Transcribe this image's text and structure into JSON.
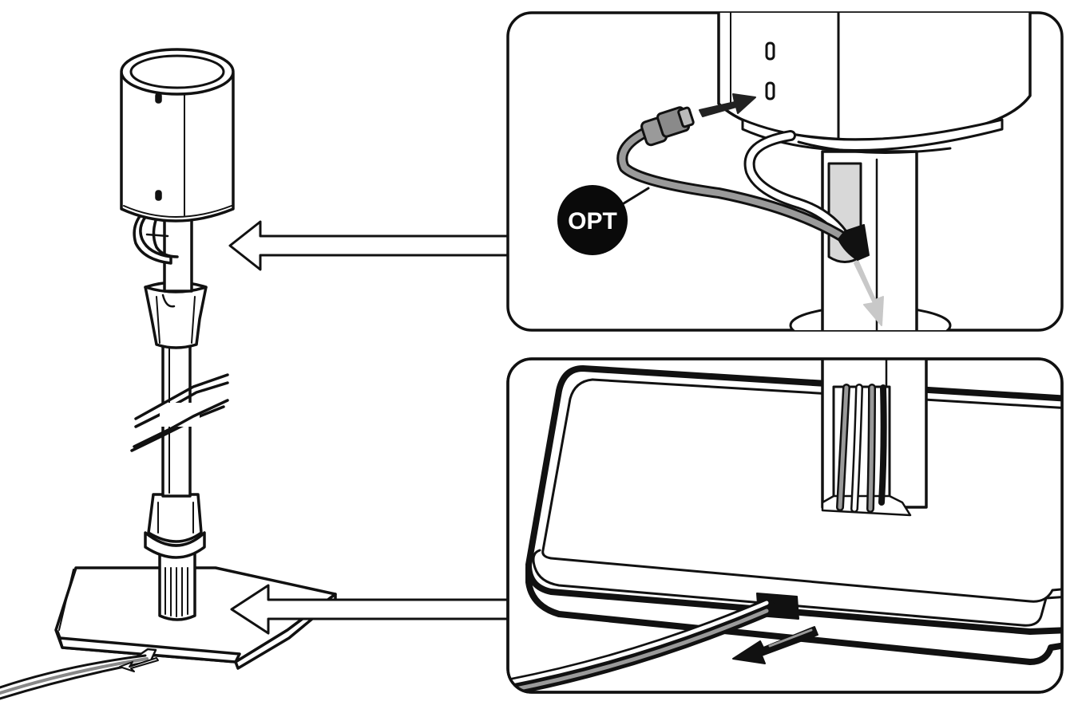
{
  "diagram": {
    "callout_label": "OPT",
    "colors": {
      "ink": "#111111",
      "paper": "#ffffff",
      "cable_gray": "#9a9a9a",
      "shadow_gray": "#cfcfcf",
      "badge": "#0a0a0a",
      "badge_text": "#ffffff"
    },
    "icons": [
      "stand-illustration",
      "connector-detail",
      "base-cable-detail",
      "callout-arrow",
      "direction-arrow"
    ]
  }
}
